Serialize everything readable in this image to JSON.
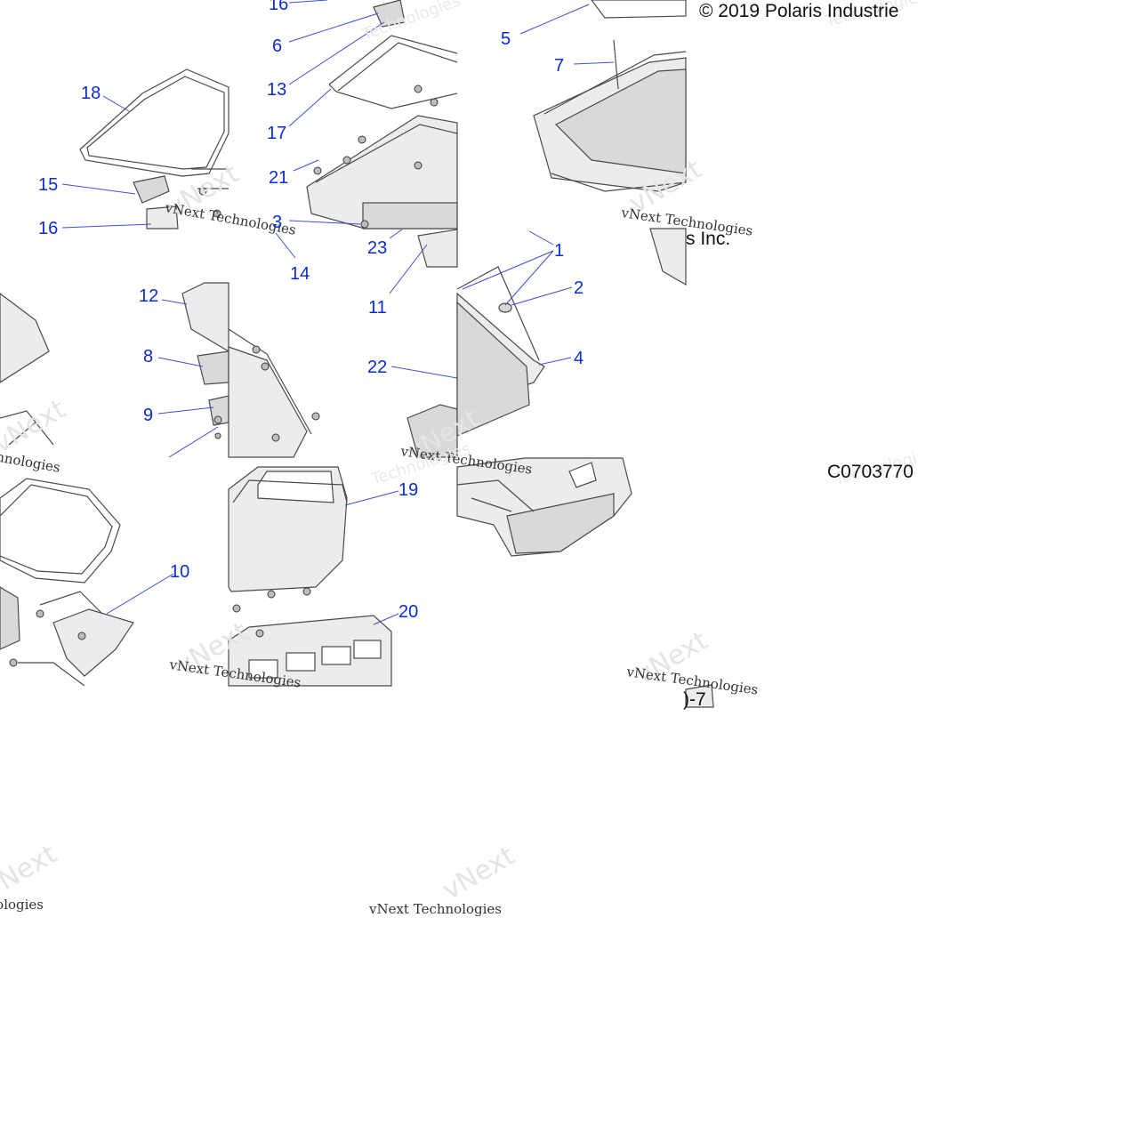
{
  "diagram": {
    "copyright": "© 2019 Polaris Industrie",
    "copyright_tail": "s Inc.",
    "drawing_code": "C0703770",
    "page_fragment": ")-7",
    "watermark": {
      "logo": "vNext",
      "company": "vNext Technologies",
      "tech": "Technologies"
    },
    "callouts": [
      "1",
      "2",
      "3",
      "4",
      "5",
      "6",
      "7",
      "8",
      "9",
      "10",
      "11",
      "12",
      "13",
      "14",
      "15",
      "16",
      "17",
      "18",
      "19",
      "20",
      "21",
      "22",
      "23"
    ]
  }
}
